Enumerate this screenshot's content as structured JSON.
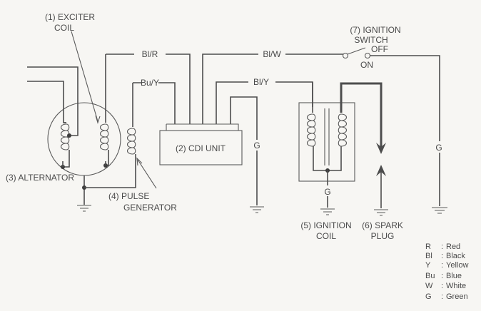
{
  "components": {
    "exciter_coil": {
      "num": "(1)",
      "line1": "(1) EXCITER",
      "line2": "COIL"
    },
    "cdi_unit": {
      "label": "(2) CDI UNIT"
    },
    "alternator": {
      "label": "(3) ALTERNATOR"
    },
    "pulse_generator": {
      "line1": "(4) PULSE",
      "line2": "GENERATOR"
    },
    "ignition_coil": {
      "line1": "(5) IGNITION",
      "line2": "COIL"
    },
    "spark_plug": {
      "line1": "(6) SPARK",
      "line2": "PLUG"
    },
    "ignition_switch": {
      "line1": "(7) IGNITION",
      "line2": "SWITCH",
      "off_label": "OFF",
      "on_label": "ON"
    }
  },
  "wires": {
    "bl_r": "Bl/R",
    "bu_y": "Bu/Y",
    "bl_w": "Bl/W",
    "bl_y": "Bl/Y",
    "g_cdi": "G",
    "g_coil": "G",
    "g_switch": "G"
  },
  "legend": [
    {
      "code": "R",
      "color": "Red"
    },
    {
      "code": "Bl",
      "color": "Black"
    },
    {
      "code": "Y",
      "color": "Yellow"
    },
    {
      "code": "Bu",
      "color": "Blue"
    },
    {
      "code": "W",
      "color": "White"
    },
    {
      "code": "G",
      "color": "Green"
    }
  ]
}
